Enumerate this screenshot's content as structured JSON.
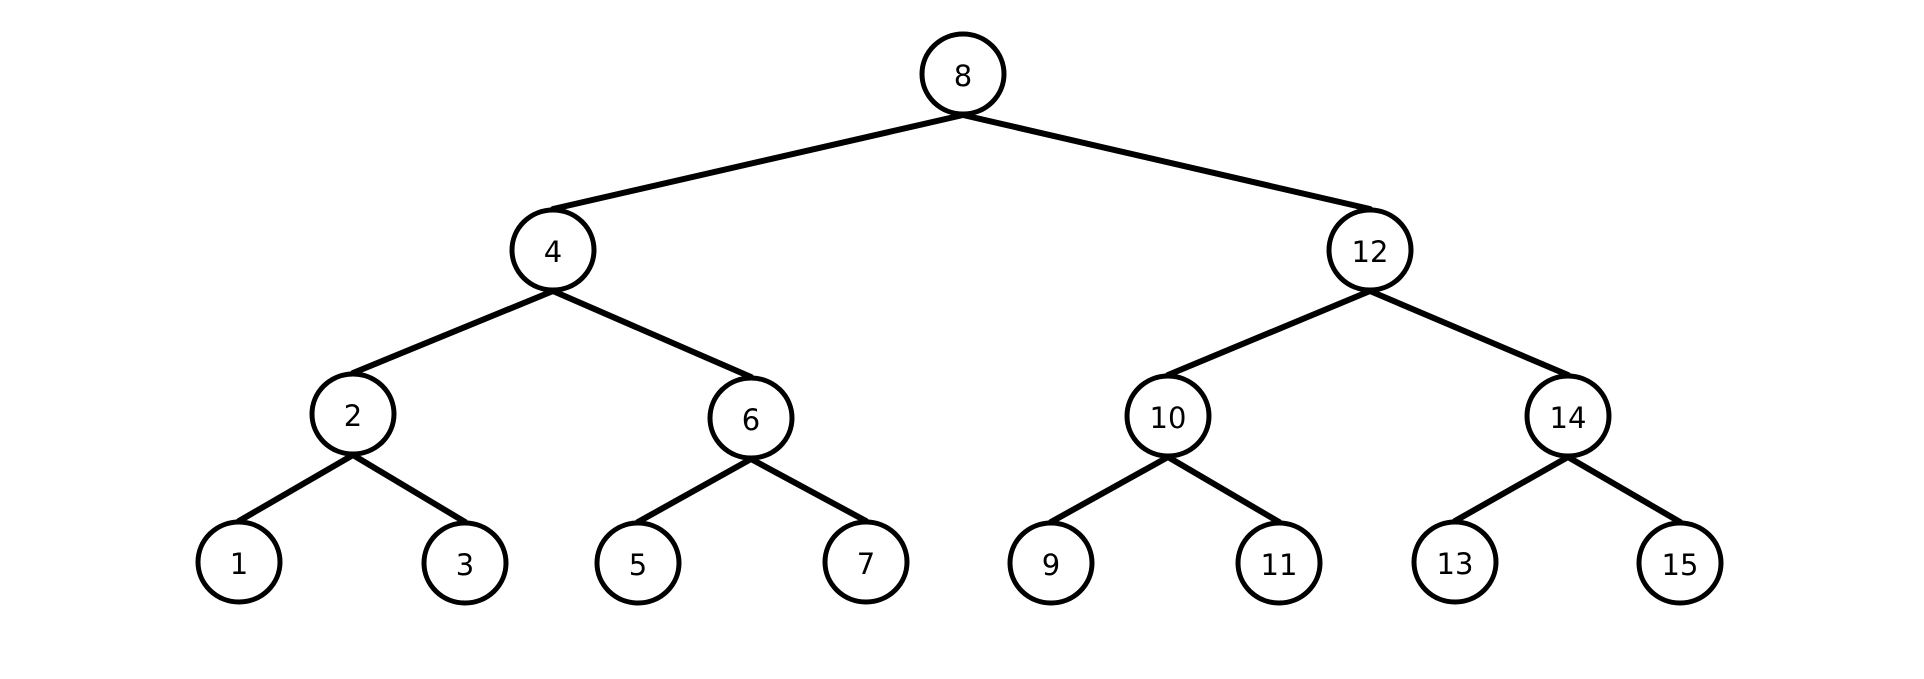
{
  "tree": {
    "nodes": [
      {
        "id": "8",
        "label": "8"
      },
      {
        "id": "4",
        "label": "4"
      },
      {
        "id": "12",
        "label": "12"
      },
      {
        "id": "2",
        "label": "2"
      },
      {
        "id": "6",
        "label": "6"
      },
      {
        "id": "10",
        "label": "10"
      },
      {
        "id": "14",
        "label": "14"
      },
      {
        "id": "1",
        "label": "1"
      },
      {
        "id": "3",
        "label": "3"
      },
      {
        "id": "5",
        "label": "5"
      },
      {
        "id": "7",
        "label": "7"
      },
      {
        "id": "9",
        "label": "9"
      },
      {
        "id": "11",
        "label": "11"
      },
      {
        "id": "13",
        "label": "13"
      },
      {
        "id": "15",
        "label": "15"
      }
    ],
    "edges": [
      {
        "from": "8",
        "to": "4"
      },
      {
        "from": "8",
        "to": "12"
      },
      {
        "from": "4",
        "to": "2"
      },
      {
        "from": "4",
        "to": "6"
      },
      {
        "from": "12",
        "to": "10"
      },
      {
        "from": "12",
        "to": "14"
      },
      {
        "from": "2",
        "to": "1"
      },
      {
        "from": "2",
        "to": "3"
      },
      {
        "from": "6",
        "to": "5"
      },
      {
        "from": "6",
        "to": "7"
      },
      {
        "from": "10",
        "to": "9"
      },
      {
        "from": "10",
        "to": "11"
      },
      {
        "from": "14",
        "to": "13"
      },
      {
        "from": "14",
        "to": "15"
      }
    ]
  },
  "colors": {
    "stroke": "#000000",
    "fill": "#ffffff",
    "text": "#000000"
  }
}
